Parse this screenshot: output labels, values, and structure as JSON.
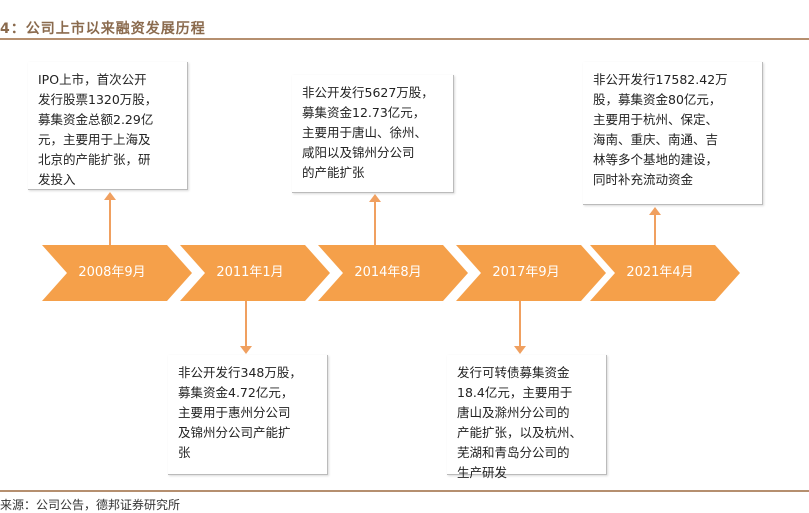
{
  "title": "4：公司上市以来融资发展历程",
  "timeline": [
    {
      "date": "2008年9月",
      "text": "IPO上市，首次公开\n发行股票1320万股，\n募集资金总额2.29亿\n元，主要用于上海及\n北京的产能扩张，研\n发投入"
    },
    {
      "date": "2011年1月",
      "text": "非公开发行348万股，\n募集资金4.72亿元，\n主要用于惠州分公司\n及锦州分公司产能扩\n张"
    },
    {
      "date": "2014年8月",
      "text": "非公开发行5627万股，\n募集资金12.73亿元，\n主要用于唐山、徐州、\n咸阳以及锦州分公司\n的产能扩张"
    },
    {
      "date": "2017年9月",
      "text": "发行可转债募集资金\n18.4亿元，主要用于\n唐山及滁州分公司的\n产能扩张，以及杭州、\n芜湖和青岛分公司的\n生产研发"
    },
    {
      "date": "2021年4月",
      "text": "非公开发行17582.42万\n股，募集资金80亿元，\n主要用于杭州、保定、\n海南、重庆、南通、吉\n林等多个基地的建设，\n同时补充流动资金"
    }
  ],
  "footer": "来源：公司公告，德邦证券研究所",
  "colors": {
    "chevron": "#f5a04a",
    "connector": "#f0a060",
    "accent": "#b58f6f"
  }
}
